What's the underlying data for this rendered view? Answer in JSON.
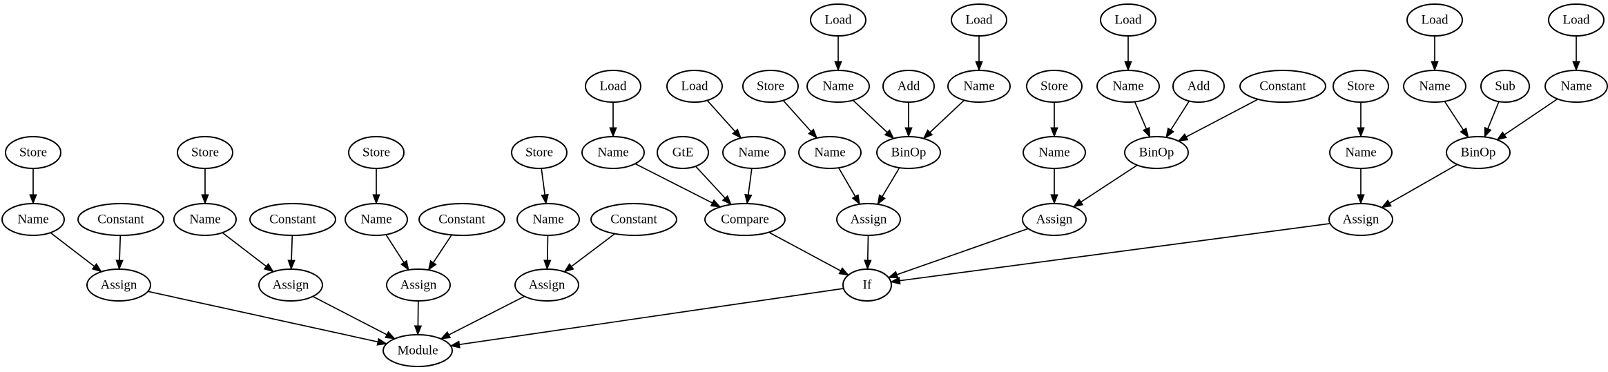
{
  "graph": {
    "nodes": [
      {
        "id": "module",
        "label": "Module"
      },
      {
        "id": "assign1",
        "label": "Assign"
      },
      {
        "id": "assign2",
        "label": "Assign"
      },
      {
        "id": "assign3",
        "label": "Assign"
      },
      {
        "id": "assign4",
        "label": "Assign"
      },
      {
        "id": "if1",
        "label": "If"
      },
      {
        "id": "name1",
        "label": "Name"
      },
      {
        "id": "const1",
        "label": "Constant"
      },
      {
        "id": "store1",
        "label": "Store"
      },
      {
        "id": "name2",
        "label": "Name"
      },
      {
        "id": "const2",
        "label": "Constant"
      },
      {
        "id": "store2",
        "label": "Store"
      },
      {
        "id": "name3",
        "label": "Name"
      },
      {
        "id": "const3",
        "label": "Constant"
      },
      {
        "id": "store3",
        "label": "Store"
      },
      {
        "id": "name4",
        "label": "Name"
      },
      {
        "id": "const4",
        "label": "Constant"
      },
      {
        "id": "store4",
        "label": "Store"
      },
      {
        "id": "compare",
        "label": "Compare"
      },
      {
        "id": "cmpName1",
        "label": "Name"
      },
      {
        "id": "cmpLoad1",
        "label": "Load"
      },
      {
        "id": "gte",
        "label": "GtE"
      },
      {
        "id": "cmpName2",
        "label": "Name"
      },
      {
        "id": "cmpLoad2",
        "label": "Load"
      },
      {
        "id": "assignA",
        "label": "Assign"
      },
      {
        "id": "nameA",
        "label": "Name"
      },
      {
        "id": "storeA",
        "label": "Store"
      },
      {
        "id": "binopA",
        "label": "BinOp"
      },
      {
        "id": "nameA1",
        "label": "Name"
      },
      {
        "id": "loadA1",
        "label": "Load"
      },
      {
        "id": "addA",
        "label": "Add"
      },
      {
        "id": "nameA2",
        "label": "Name"
      },
      {
        "id": "loadA2",
        "label": "Load"
      },
      {
        "id": "assignB",
        "label": "Assign"
      },
      {
        "id": "nameB",
        "label": "Name"
      },
      {
        "id": "storeB",
        "label": "Store"
      },
      {
        "id": "binopB",
        "label": "BinOp"
      },
      {
        "id": "nameB1",
        "label": "Name"
      },
      {
        "id": "loadB1",
        "label": "Load"
      },
      {
        "id": "addB",
        "label": "Add"
      },
      {
        "id": "constB",
        "label": "Constant"
      },
      {
        "id": "assignC",
        "label": "Assign"
      },
      {
        "id": "nameC",
        "label": "Name"
      },
      {
        "id": "storeC",
        "label": "Store"
      },
      {
        "id": "binopC",
        "label": "BinOp"
      },
      {
        "id": "nameC1",
        "label": "Name"
      },
      {
        "id": "loadC1",
        "label": "Load"
      },
      {
        "id": "subC",
        "label": "Sub"
      },
      {
        "id": "nameC2",
        "label": "Name"
      },
      {
        "id": "loadC2",
        "label": "Load"
      }
    ],
    "edges": [
      [
        "assign1",
        "module"
      ],
      [
        "assign2",
        "module"
      ],
      [
        "assign3",
        "module"
      ],
      [
        "assign4",
        "module"
      ],
      [
        "if1",
        "module"
      ],
      [
        "name1",
        "assign1"
      ],
      [
        "const1",
        "assign1"
      ],
      [
        "store1",
        "name1"
      ],
      [
        "name2",
        "assign2"
      ],
      [
        "const2",
        "assign2"
      ],
      [
        "store2",
        "name2"
      ],
      [
        "name3",
        "assign3"
      ],
      [
        "const3",
        "assign3"
      ],
      [
        "store3",
        "name3"
      ],
      [
        "name4",
        "assign4"
      ],
      [
        "const4",
        "assign4"
      ],
      [
        "store4",
        "name4"
      ],
      [
        "compare",
        "if1"
      ],
      [
        "assignA",
        "if1"
      ],
      [
        "assignB",
        "if1"
      ],
      [
        "assignC",
        "if1"
      ],
      [
        "cmpName1",
        "compare"
      ],
      [
        "gte",
        "compare"
      ],
      [
        "cmpName2",
        "compare"
      ],
      [
        "cmpLoad1",
        "cmpName1"
      ],
      [
        "cmpLoad2",
        "cmpName2"
      ],
      [
        "nameA",
        "assignA"
      ],
      [
        "binopA",
        "assignA"
      ],
      [
        "storeA",
        "nameA"
      ],
      [
        "nameA1",
        "binopA"
      ],
      [
        "addA",
        "binopA"
      ],
      [
        "nameA2",
        "binopA"
      ],
      [
        "loadA1",
        "nameA1"
      ],
      [
        "loadA2",
        "nameA2"
      ],
      [
        "nameB",
        "assignB"
      ],
      [
        "binopB",
        "assignB"
      ],
      [
        "storeB",
        "nameB"
      ],
      [
        "nameB1",
        "binopB"
      ],
      [
        "addB",
        "binopB"
      ],
      [
        "constB",
        "binopB"
      ],
      [
        "loadB1",
        "nameB1"
      ],
      [
        "nameC",
        "assignC"
      ],
      [
        "binopC",
        "assignC"
      ],
      [
        "storeC",
        "nameC"
      ],
      [
        "nameC1",
        "binopC"
      ],
      [
        "subC",
        "binopC"
      ],
      [
        "nameC2",
        "binopC"
      ],
      [
        "loadC1",
        "nameC1"
      ],
      [
        "loadC2",
        "nameC2"
      ]
    ]
  }
}
